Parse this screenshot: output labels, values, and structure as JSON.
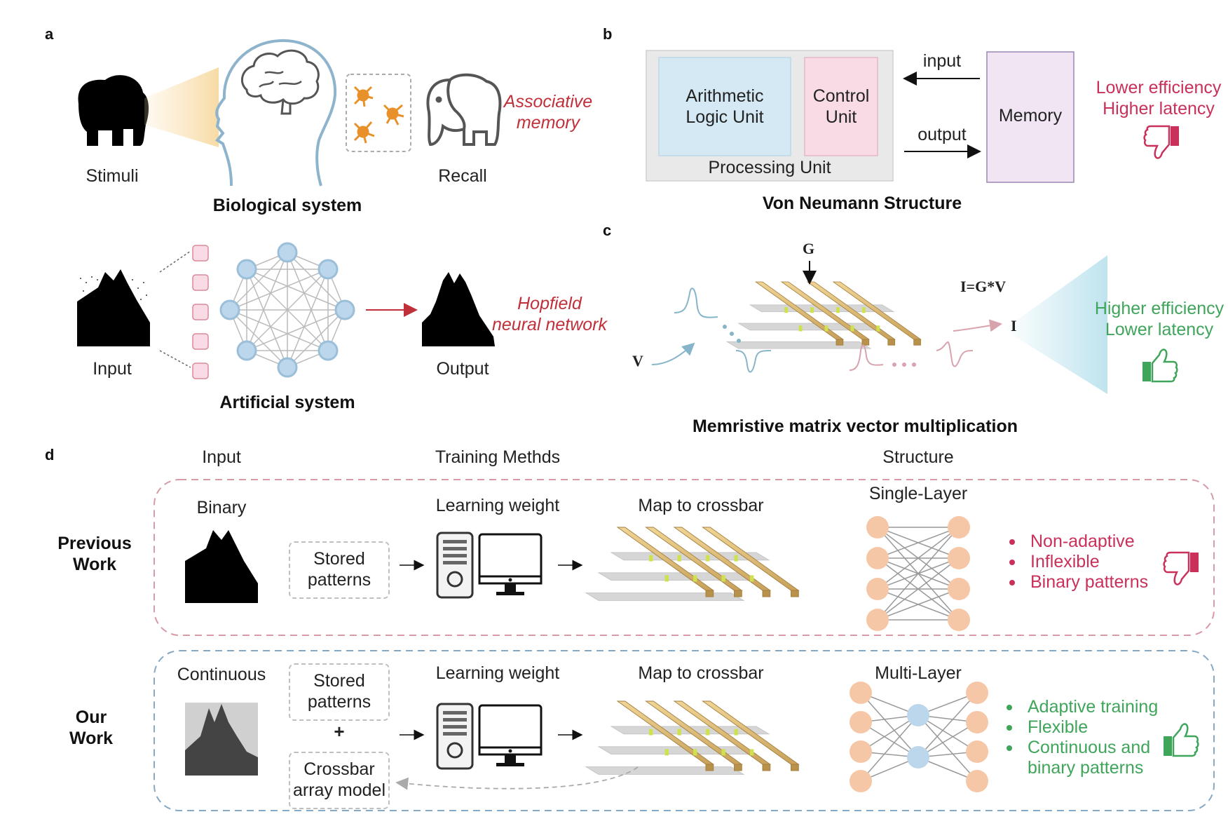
{
  "panels": {
    "a": "a",
    "b": "b",
    "c": "c",
    "d": "d"
  },
  "panel_a": {
    "stimuli": "Stimuli",
    "recall": "Recall",
    "associative_memory": [
      "Associative",
      "memory"
    ],
    "biological_system": "Biological system",
    "input": "Input",
    "output": "Output",
    "hopfield": [
      "Hopfield",
      "neural network"
    ],
    "artificial_system": "Artificial system"
  },
  "panel_b": {
    "alu": [
      "Arithmetic",
      "Logic Unit"
    ],
    "control_unit": [
      "Control",
      "Unit"
    ],
    "processing_unit": "Processing Unit",
    "memory": "Memory",
    "input": "input",
    "output": "output",
    "drawbacks": [
      "Lower efficiency",
      "Higher latency"
    ],
    "title": "Von Neumann Structure"
  },
  "panel_c": {
    "g_label": "G",
    "v_label": "V",
    "i_label": "I",
    "equation": "I=G*V",
    "benefits": [
      "Higher efficiency",
      "Lower latency"
    ],
    "title": "Memristive matrix vector multiplication"
  },
  "panel_d": {
    "col_input": "Input",
    "col_training": "Training Methds",
    "col_structure": "Structure",
    "previous": {
      "row_label": [
        "Previous",
        "Work"
      ],
      "input_type": "Binary",
      "stored": [
        "Stored",
        "patterns"
      ],
      "learning": "Learning weight",
      "map": "Map to crossbar",
      "structure": "Single-Layer",
      "bullets": [
        "Non-adaptive",
        "Inflexible",
        "Binary patterns"
      ]
    },
    "ours": {
      "row_label": [
        "Our",
        "Work"
      ],
      "input_type": "Continuous",
      "stored": [
        "Stored",
        "patterns"
      ],
      "plus": "+",
      "crossbar_model": [
        "Crossbar",
        "array model"
      ],
      "learning": "Learning weight",
      "map": "Map to crossbar",
      "structure": "Multi-Layer",
      "bullets": [
        "Adaptive training",
        "Flexible",
        "Continuous and",
        "binary patterns"
      ]
    }
  },
  "colors": {
    "alu_fill": "#d4e9f4",
    "control_fill": "#f8dbe4",
    "memory_fill": "#f1e5f4",
    "processing_fill": "#e9e9e9",
    "pink_text": "#c9305a",
    "green_text": "#3fa55b",
    "red_italic": "#c0303a",
    "node_blue": "#bcd7ec",
    "node_orange": "#f6c7a6",
    "neuron_orange": "#e8912b",
    "bar_wood": "#e2bf78"
  },
  "icons": [
    "elephant-silhouette-icon",
    "head-brain-icon",
    "neuron-icon",
    "elephant-outline-icon",
    "thumbs-down-icon",
    "thumbs-up-icon",
    "computer-tower-icon",
    "monitor-icon",
    "crossbar-array-icon"
  ]
}
